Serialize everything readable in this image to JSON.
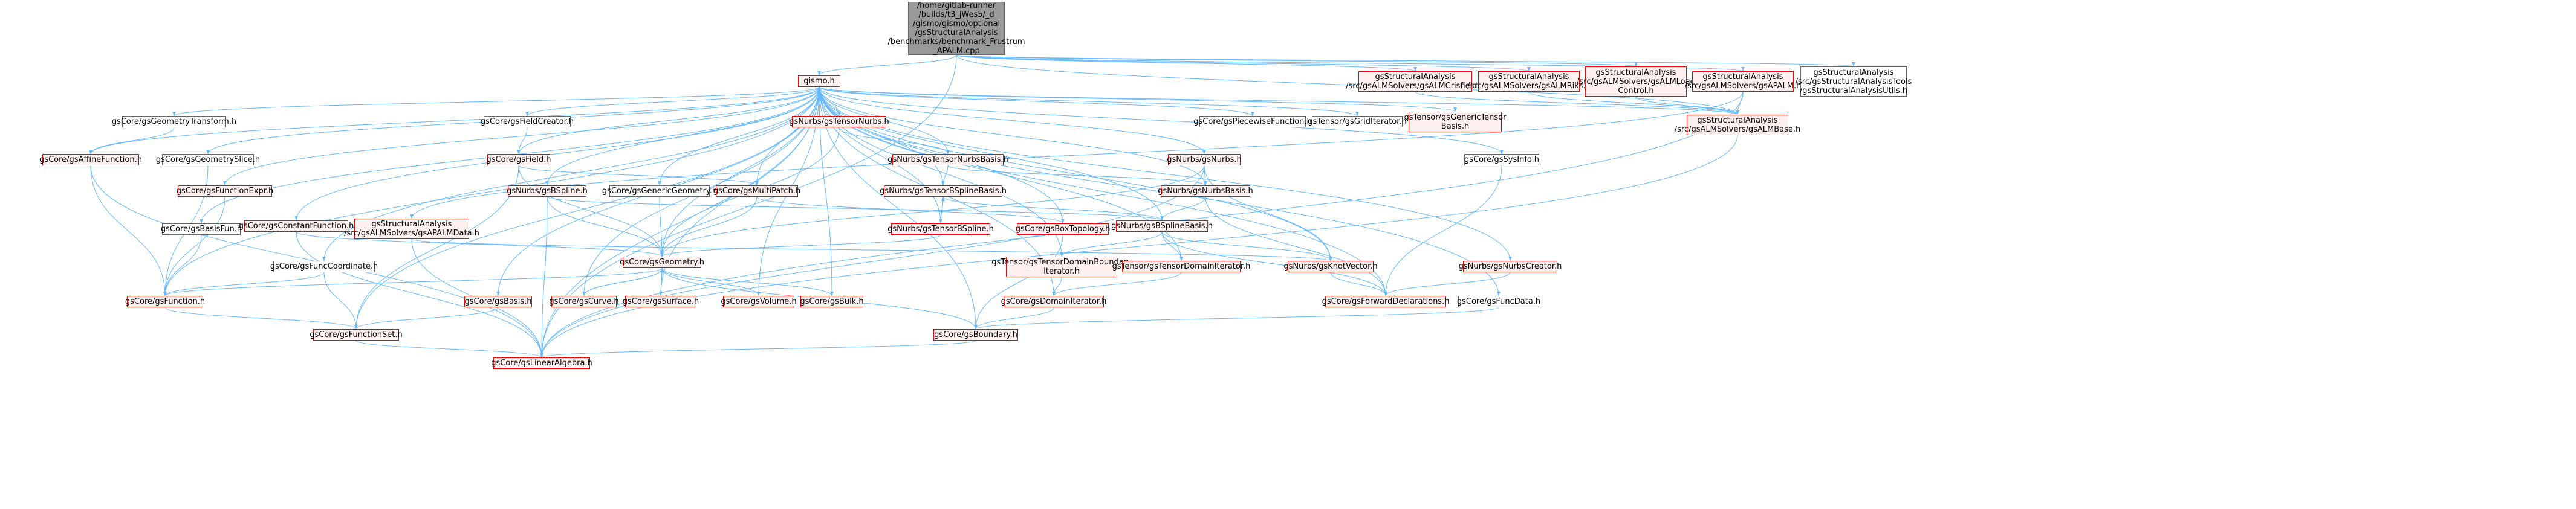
{
  "graph": {
    "edge_color": "#63b8ff",
    "colors": {
      "root_fill": "#999999",
      "normal_border": "#666666",
      "red_border": "#ff0000",
      "red_fill": "#fff0f0"
    },
    "nodes": {
      "root": {
        "label": "/home/gitlab-runner\n/builds/t3_jWes5/_d\n/gismo/gismo/optional\n/gsStructuralAnalysis\n/benchmarks/benchmark_Frustrum\n_APALM.cpp",
        "style": "root"
      },
      "gismo": {
        "label": "gismo.h",
        "style": "red"
      },
      "almcrsfield": {
        "label": "gsStructuralAnalysis\n/src/gsALMSolvers/gsALMCrisfield.h",
        "style": "red"
      },
      "almriks": {
        "label": "gsStructuralAnalysis\n/src/gsALMSolvers/gsALMRiks.h",
        "style": "red"
      },
      "almload": {
        "label": "gsStructuralAnalysis\n/src/gsALMSolvers/gsALMLoad\nControl.h",
        "style": "red"
      },
      "apalm": {
        "label": "gsStructuralAnalysis\n/src/gsALMSolvers/gsAPALM.h",
        "style": "red"
      },
      "utils": {
        "label": "gsStructuralAnalysis\n/src/gsStructuralAnalysisTools\n/gsStructuralAnalysisUtils.h",
        "style": "normal"
      },
      "almbase": {
        "label": "gsStructuralAnalysis\n/src/gsALMSolvers/gsALMBase.h",
        "style": "red"
      },
      "geomtransform": {
        "label": "gsCore/gsGeometryTransform.h",
        "style": "normal"
      },
      "affinefunc": {
        "label": "gsCore/gsAffineFunction.h",
        "style": "red"
      },
      "geomslice": {
        "label": "gsCore/gsGeometrySlice.h",
        "style": "normal"
      },
      "fieldcreator": {
        "label": "gsCore/gsFieldCreator.h",
        "style": "normal"
      },
      "field": {
        "label": "gsCore/gsField.h",
        "style": "red"
      },
      "tensornurbs": {
        "label": "gsNurbs/gsTensorNurbs.h",
        "style": "red"
      },
      "tensornurbsbasis": {
        "label": "gsNurbs/gsTensorNurbsBasis.h",
        "style": "red"
      },
      "tensorbsplinebasis": {
        "label": "gsNurbs/gsTensorBSplineBasis.h",
        "style": "red"
      },
      "tensorbspline": {
        "label": "gsNurbs/gsTensorBSpline.h",
        "style": "red"
      },
      "piecewise": {
        "label": "gsCore/gsPiecewiseFunction.h",
        "style": "normal"
      },
      "griditerator": {
        "label": "gsTensor/gsGridIterator.h",
        "style": "normal"
      },
      "generictensor": {
        "label": "gsTensor/gsGenericTensor\nBasis.h",
        "style": "red"
      },
      "sysinfo": {
        "label": "gsCore/gsSysInfo.h",
        "style": "normal"
      },
      "functionexpr": {
        "label": "gsCore/gsFunctionExpr.h",
        "style": "red"
      },
      "bspline": {
        "label": "gsNurbs/gsBSpline.h",
        "style": "red"
      },
      "genericgeom": {
        "label": "gsCore/gsGenericGeometry.h",
        "style": "normal"
      },
      "multipatch": {
        "label": "gsCore/gsMultiPatch.h",
        "style": "red"
      },
      "nurbs": {
        "label": "gsNurbs/gsNurbs.h",
        "style": "red"
      },
      "nurbsbasis": {
        "label": "gsNurbs/gsNurbsBasis.h",
        "style": "red"
      },
      "bsplinebasis": {
        "label": "gsNurbs/gsBSplineBasis.h",
        "style": "red"
      },
      "boxtopology": {
        "label": "gsCore/gsBoxTopology.h",
        "style": "red"
      },
      "basisfun": {
        "label": "gsCore/gsBasisFun.h",
        "style": "normal"
      },
      "constantfunc": {
        "label": "gsCore/gsConstantFunction.h",
        "style": "red"
      },
      "apalmdata": {
        "label": "gsStructuralAnalysis\n/src/gsALMSolvers/gsAPALMData.h",
        "style": "red"
      },
      "geometry": {
        "label": "gsCore/gsGeometry.h",
        "style": "red"
      },
      "funccoord": {
        "label": "gsCore/gsFuncCoordinate.h",
        "style": "normal"
      },
      "function": {
        "label": "gsCore/gsFunction.h",
        "style": "red"
      },
      "basis": {
        "label": "gsCore/gsBasis.h",
        "style": "red"
      },
      "curve": {
        "label": "gsCore/gsCurve.h",
        "style": "red"
      },
      "surface": {
        "label": "gsCore/gsSurface.h",
        "style": "red"
      },
      "volume": {
        "label": "gsCore/gsVolume.h",
        "style": "red"
      },
      "bulk": {
        "label": "gsCore/gsBulk.h",
        "style": "red"
      },
      "functionset": {
        "label": "gsCore/gsFunctionSet.h",
        "style": "red"
      },
      "linearalgebra": {
        "label": "gsCore/gsLinearAlgebra.h",
        "style": "red"
      },
      "boundary": {
        "label": "gsCore/gsBoundary.h",
        "style": "red"
      },
      "tensordomainbdy": {
        "label": "gsTensor/gsTensorDomainBoundary\nIterator.h",
        "style": "red"
      },
      "tensordomainiter": {
        "label": "gsTensor/gsTensorDomainIterator.h",
        "style": "red"
      },
      "domainiter": {
        "label": "gsCore/gsDomainIterator.h",
        "style": "red"
      },
      "knotvector": {
        "label": "gsNurbs/gsKnotVector.h",
        "style": "red"
      },
      "nurbscreator": {
        "label": "gsNurbs/gsNurbsCreator.h",
        "style": "red"
      },
      "forwarddecl": {
        "label": "gsCore/gsForwardDeclarations.h",
        "style": "red"
      },
      "funcdata": {
        "label": "gsCore/gsFuncData.h",
        "style": "normal"
      }
    },
    "edges": [
      [
        "root",
        "gismo"
      ],
      [
        "root",
        "almcrsfield"
      ],
      [
        "root",
        "almriks"
      ],
      [
        "root",
        "almload"
      ],
      [
        "root",
        "apalm"
      ],
      [
        "root",
        "utils"
      ],
      [
        "root",
        "almbase"
      ],
      [
        "root",
        "linearalgebra"
      ],
      [
        "almcrsfield",
        "almbase"
      ],
      [
        "almriks",
        "almbase"
      ],
      [
        "almload",
        "almbase"
      ],
      [
        "apalm",
        "almbase"
      ],
      [
        "apalm",
        "linearalgebra"
      ],
      [
        "apalm",
        "apalmdata"
      ],
      [
        "almbase",
        "linearalgebra"
      ],
      [
        "gismo",
        "geomtransform"
      ],
      [
        "gismo",
        "affinefunc"
      ],
      [
        "gismo",
        "geomslice"
      ],
      [
        "gismo",
        "fieldcreator"
      ],
      [
        "gismo",
        "field"
      ],
      [
        "gismo",
        "tensornurbs"
      ],
      [
        "gismo",
        "tensornurbsbasis"
      ],
      [
        "gismo",
        "tensorbsplinebasis"
      ],
      [
        "gismo",
        "tensorbspline"
      ],
      [
        "gismo",
        "piecewise"
      ],
      [
        "gismo",
        "griditerator"
      ],
      [
        "gismo",
        "generictensor"
      ],
      [
        "gismo",
        "sysinfo"
      ],
      [
        "gismo",
        "functionexpr"
      ],
      [
        "gismo",
        "bspline"
      ],
      [
        "gismo",
        "genericgeom"
      ],
      [
        "gismo",
        "multipatch"
      ],
      [
        "gismo",
        "nurbs"
      ],
      [
        "gismo",
        "nurbsbasis"
      ],
      [
        "gismo",
        "bsplinebasis"
      ],
      [
        "gismo",
        "boxtopology"
      ],
      [
        "gismo",
        "basisfun"
      ],
      [
        "gismo",
        "constantfunc"
      ],
      [
        "gismo",
        "geometry"
      ],
      [
        "gismo",
        "funccoord"
      ],
      [
        "gismo",
        "function"
      ],
      [
        "gismo",
        "basis"
      ],
      [
        "gismo",
        "curve"
      ],
      [
        "gismo",
        "surface"
      ],
      [
        "gismo",
        "volume"
      ],
      [
        "gismo",
        "bulk"
      ],
      [
        "gismo",
        "functionset"
      ],
      [
        "gismo",
        "linearalgebra"
      ],
      [
        "gismo",
        "boundary"
      ],
      [
        "gismo",
        "tensordomainbdy"
      ],
      [
        "gismo",
        "tensordomainiter"
      ],
      [
        "gismo",
        "domainiter"
      ],
      [
        "gismo",
        "knotvector"
      ],
      [
        "gismo",
        "nurbscreator"
      ],
      [
        "gismo",
        "forwarddecl"
      ],
      [
        "gismo",
        "funcdata"
      ],
      [
        "gismo",
        "almbase"
      ],
      [
        "geomtransform",
        "affinefunc"
      ],
      [
        "affinefunc",
        "function"
      ],
      [
        "affinefunc",
        "linearalgebra"
      ],
      [
        "geomslice",
        "function"
      ],
      [
        "fieldcreator",
        "field"
      ],
      [
        "field",
        "multipatch"
      ],
      [
        "field",
        "functionset"
      ],
      [
        "field",
        "geometry"
      ],
      [
        "tensornurbs",
        "tensornurbsbasis"
      ],
      [
        "tensornurbs",
        "geometry"
      ],
      [
        "tensornurbsbasis",
        "tensorbsplinebasis"
      ],
      [
        "tensornurbsbasis",
        "nurbsbasis"
      ],
      [
        "tensorbsplinebasis",
        "tensorbspline"
      ],
      [
        "tensorbsplinebasis",
        "bsplinebasis"
      ],
      [
        "tensorbspline",
        "tensorbsplinebasis"
      ],
      [
        "tensorbspline",
        "geometry"
      ],
      [
        "sysinfo",
        "forwarddecl"
      ],
      [
        "functionexpr",
        "function"
      ],
      [
        "bspline",
        "geometry"
      ],
      [
        "bspline",
        "linearalgebra"
      ],
      [
        "bspline",
        "bsplinebasis"
      ],
      [
        "genericgeom",
        "geometry"
      ],
      [
        "multipatch",
        "geometry"
      ],
      [
        "multipatch",
        "boxtopology"
      ],
      [
        "nurbs",
        "nurbsbasis"
      ],
      [
        "nurbs",
        "geometry"
      ],
      [
        "nurbs",
        "knotvector"
      ],
      [
        "nurbs",
        "linearalgebra"
      ],
      [
        "nurbsbasis",
        "bsplinebasis"
      ],
      [
        "nurbsbasis",
        "forwarddecl"
      ],
      [
        "bsplinebasis",
        "knotvector"
      ],
      [
        "bsplinebasis",
        "tensordomainbdy"
      ],
      [
        "bsplinebasis",
        "tensordomainiter"
      ],
      [
        "bsplinebasis",
        "forwarddecl"
      ],
      [
        "boxtopology",
        "boundary"
      ],
      [
        "basisfun",
        "function"
      ],
      [
        "constantfunc",
        "geometry"
      ],
      [
        "constantfunc",
        "linearalgebra"
      ],
      [
        "apalmdata",
        "linearalgebra"
      ],
      [
        "apalmdata",
        "knotvector"
      ],
      [
        "geometry",
        "function"
      ],
      [
        "geometry",
        "curve"
      ],
      [
        "geometry",
        "surface"
      ],
      [
        "geometry",
        "volume"
      ],
      [
        "geometry",
        "bulk"
      ],
      [
        "geometry",
        "boundary"
      ],
      [
        "curve",
        "geometry"
      ],
      [
        "surface",
        "geometry"
      ],
      [
        "funccoord",
        "function"
      ],
      [
        "funccoord",
        "functionset"
      ],
      [
        "function",
        "functionset"
      ],
      [
        "basis",
        "functionset"
      ],
      [
        "functionset",
        "linearalgebra"
      ],
      [
        "boundary",
        "linearalgebra"
      ],
      [
        "tensordomainbdy",
        "domainiter"
      ],
      [
        "tensordomainiter",
        "domainiter"
      ],
      [
        "domainiter",
        "boundary"
      ],
      [
        "knotvector",
        "forwarddecl"
      ],
      [
        "nurbscreator",
        "forwarddecl"
      ],
      [
        "funcdata",
        "boundary"
      ]
    ]
  }
}
